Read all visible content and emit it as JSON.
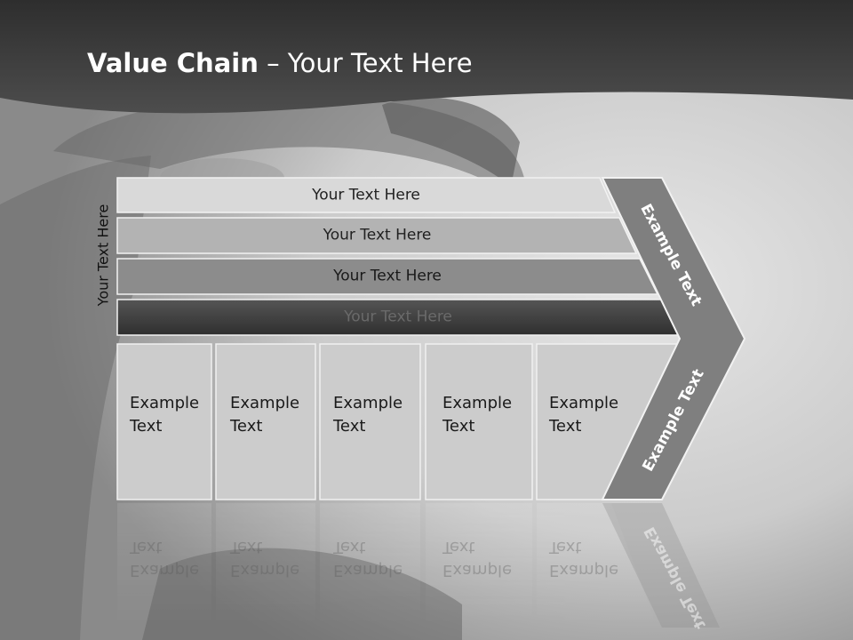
{
  "slide": {
    "title_bold": "Value Chain",
    "title_rest": " – Your Text Here",
    "vertical_label": "Your Text Here",
    "rows": [
      {
        "label": "Your Text Here"
      },
      {
        "label": "Your Text Here"
      },
      {
        "label": "Your Text Here"
      },
      {
        "label": "Your Text Here"
      }
    ],
    "boxes": [
      {
        "label": "Example\nText"
      },
      {
        "label": "Example\nText"
      },
      {
        "label": "Example\nText"
      },
      {
        "label": "Example\nText"
      },
      {
        "label": "Example\nText"
      }
    ],
    "chevron_top_label": "Example Text",
    "chevron_bottom_label": "Example Text"
  },
  "colors": {
    "header": "#3c3c3c",
    "row_0": "#d9d9d9",
    "row_1": "#b3b3b3",
    "row_2": "#8c8c8c",
    "row_3": "#404040",
    "box": "#cccccc",
    "chevron": "#7f7f7f"
  }
}
